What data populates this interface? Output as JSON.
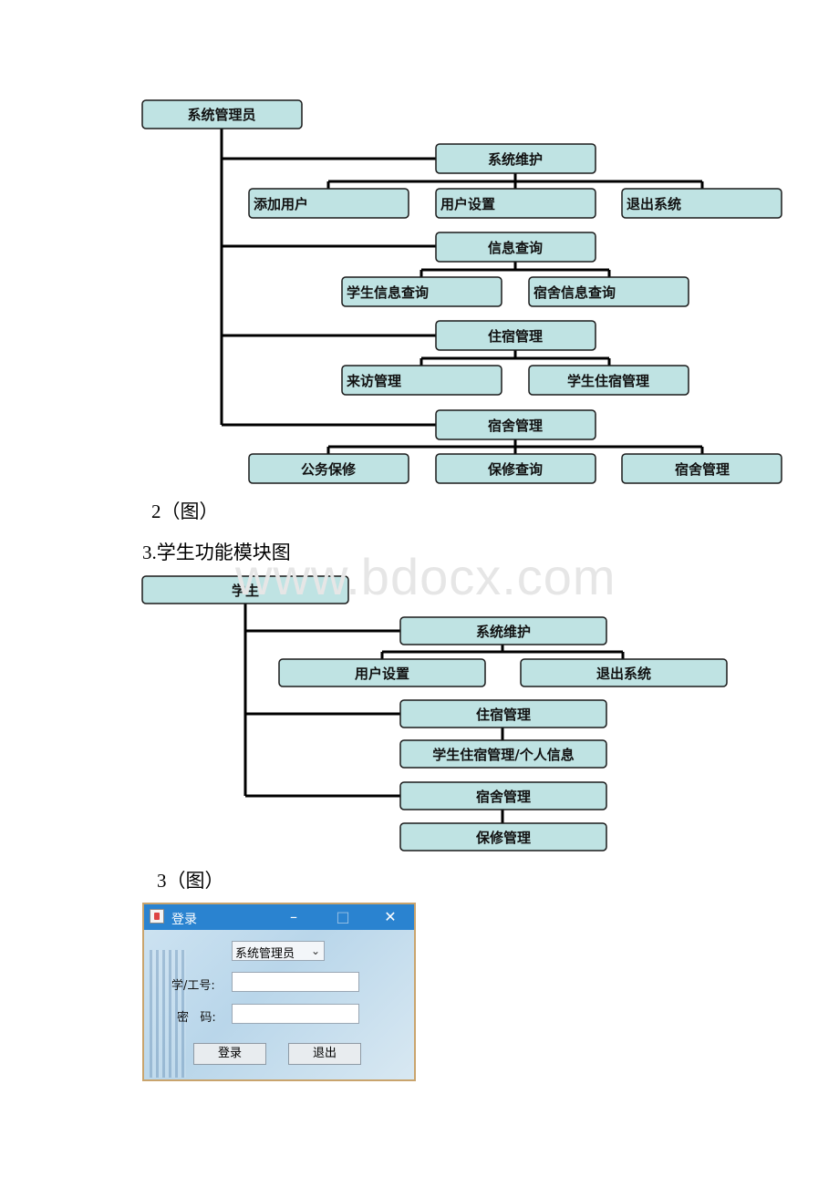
{
  "diagram2": {
    "root": "系统管理员",
    "groups": [
      {
        "label": "系统维护",
        "children": [
          "添加用户",
          "用户设置",
          "退出系统"
        ]
      },
      {
        "label": "信息查询",
        "children": [
          "学生信息查询",
          "宿舍信息查询"
        ]
      },
      {
        "label": "住宿管理",
        "children": [
          "来访管理",
          "学生住宿管理"
        ]
      },
      {
        "label": "宿舍管理",
        "children": [
          "公务保修",
          "保修查询",
          "宿舍管理"
        ]
      }
    ]
  },
  "caption2": "2（图）",
  "heading3": "3.学生功能模块图",
  "watermark": "www.bdocx.com",
  "diagram3": {
    "root": "学生",
    "groups": [
      {
        "label": "系统维护",
        "children": [
          "用户设置",
          "退出系统"
        ]
      },
      {
        "label": "住宿管理",
        "children": [
          "学生住宿管理/个人信息"
        ]
      },
      {
        "label": "宿舍管理",
        "children": [
          "保修管理"
        ]
      }
    ]
  },
  "caption3": "3（图）",
  "login": {
    "title": "登录",
    "minimize": "–",
    "maximize": "□",
    "close": "✕",
    "role_selected": "系统管理员",
    "id_label": "学/工号:",
    "password_label": "密   码:",
    "login_button": "登录",
    "exit_button": "退出"
  }
}
